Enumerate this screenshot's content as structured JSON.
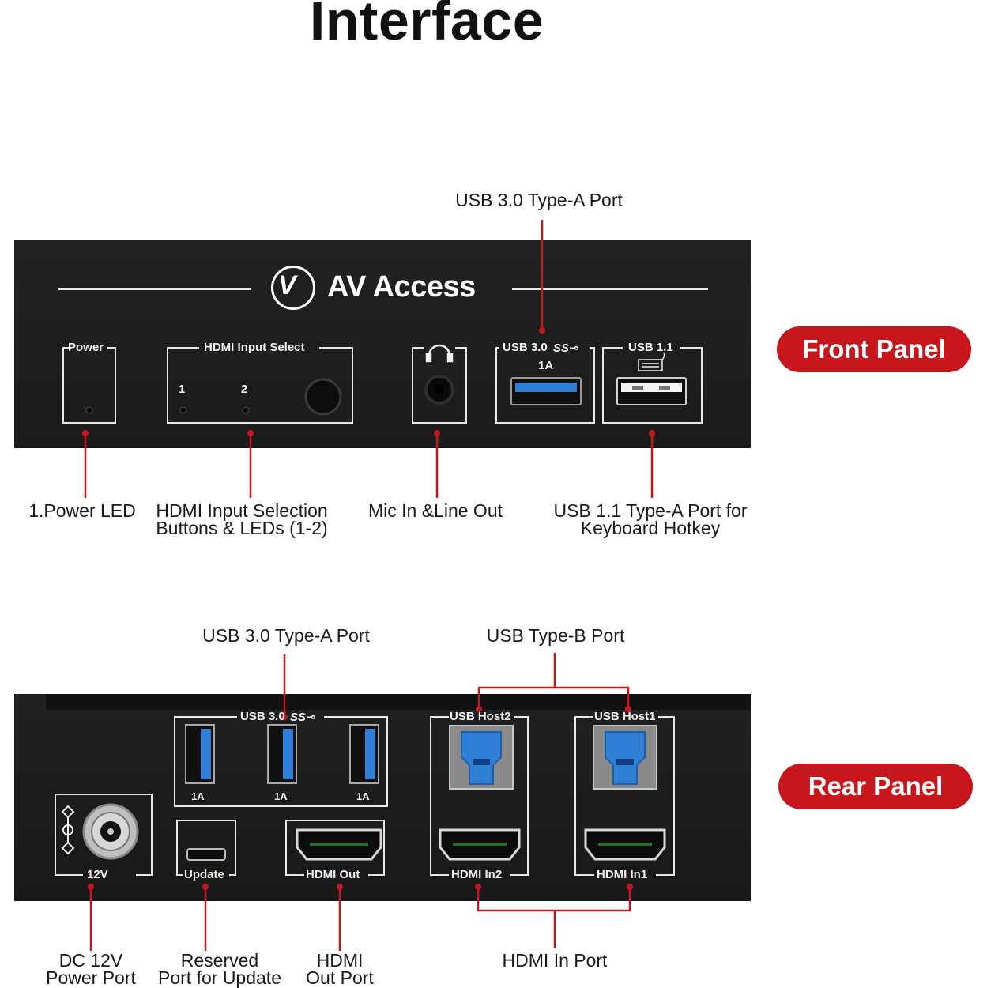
{
  "title": "Interface",
  "brand": "AV Access",
  "brand_mark": "V",
  "badges": {
    "front": "Front Panel",
    "rear": "Rear Panel"
  },
  "colors": {
    "accent": "#c8161d",
    "panel": "#1c1c1c",
    "usb3_blue": "#2f7fd6"
  },
  "front": {
    "box_labels": {
      "power": "Power",
      "hdmi_select": "HDMI Input Select",
      "led1": "1",
      "led2": "2",
      "usb30": "USB 3.0",
      "usb30_amp": "1A",
      "usb11": "USB 1.1"
    },
    "icons": [
      "headphone-icon",
      "keyboard-icon",
      "superspeed-icon"
    ],
    "callouts": {
      "usb30_top": "USB 3.0 Type-A Port",
      "power_led": "1.Power LED",
      "hdmi_sel_1": "HDMI Input Selection",
      "hdmi_sel_2": "Buttons & LEDs (1-2)",
      "mic": "Mic In &Line Out",
      "usb11_1": "USB 1.1 Type-A Port for",
      "usb11_2": "Keyboard Hotkey"
    }
  },
  "rear": {
    "box_labels": {
      "usb30": "USB 3.0",
      "amp": "1A",
      "dc": "12V",
      "update": "Update",
      "hdmi_out": "HDMI Out",
      "host2": "USB Host2",
      "host1": "USB Host1",
      "in2": "HDMI In2",
      "in1": "HDMI In1"
    },
    "callouts": {
      "usb30_top": "USB 3.0 Type-A Port",
      "usbb_top": "USB Type-B Port",
      "dc_1": "DC 12V",
      "dc_2": "Power Port",
      "res_1": "Reserved",
      "res_2": "Port for Update",
      "hdmiout_1": "HDMI",
      "hdmiout_2": "Out Port",
      "hdmiin": "HDMI In Port"
    }
  }
}
